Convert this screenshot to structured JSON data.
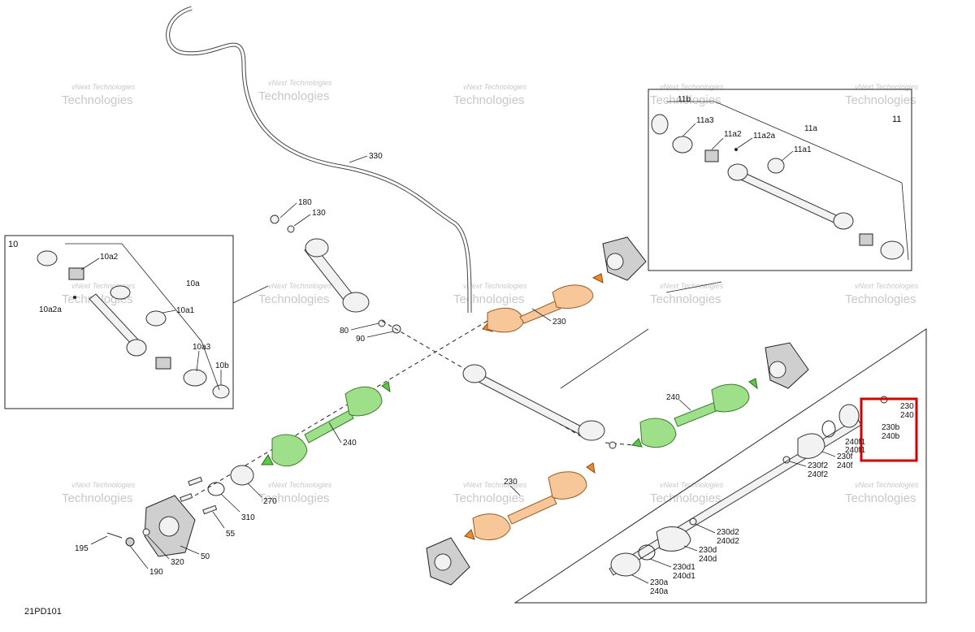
{
  "diagram_code": "21PD101",
  "watermark": {
    "line1": "vNext Technologies",
    "line2": "Technologies"
  },
  "boxes": {
    "left": "10",
    "right": "11"
  },
  "labels": {
    "l330": "330",
    "l180": "180",
    "l130": "130",
    "l80": "80",
    "l90": "90",
    "l230_top": "230",
    "l240_left": "240",
    "l240_right": "240",
    "l230_bottom": "230",
    "l270": "270",
    "l310": "310",
    "l55": "55",
    "l50": "50",
    "l320": "320",
    "l190": "190",
    "l195": "195",
    "l10a2": "10a2",
    "l10a": "10a",
    "l10a2a": "10a2a",
    "l10a1": "10a1",
    "l10a3": "10a3",
    "l10b": "10b",
    "l11b": "11b",
    "l11a3": "11a3",
    "l11a2": "11a2",
    "l11a2a": "11a2a",
    "l11a": "11a",
    "l11a1": "11a1",
    "l230b_top": "230",
    "l240b_top": "240",
    "l230b": "230b",
    "l240b": "240b",
    "l240f1a": "240f1",
    "l240f1b": "240f1",
    "l230f": "230f",
    "l240f": "240f",
    "l230f2": "230f2",
    "l240f2": "240f2",
    "l230d2": "230d2",
    "l240d2": "240d2",
    "l230d": "230d",
    "l240d": "240d",
    "l230d1": "230d1",
    "l240d1": "240d1",
    "l230a": "230a",
    "l240a": "240a"
  },
  "colors": {
    "green": "#5cc84a",
    "orange": "#f08a2a",
    "highlight": "#d40000"
  }
}
